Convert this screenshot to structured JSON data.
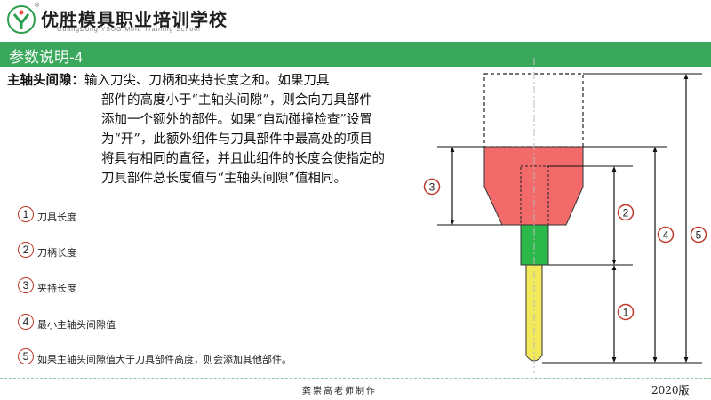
{
  "header": {
    "school_name": "优胜模具职业培训学校",
    "school_sub": "GuangDong YSUG Mold Training School",
    "registered_mark": "®"
  },
  "title": "参数说明-4",
  "description": {
    "label": "主轴头间隙：",
    "lines": [
      "输入刀尖、刀柄和夹持长度之和。如果刀具",
      "部件的高度小于“主轴头间隙”，则会向刀具部件",
      "添加一个额外的部件。如果“自动碰撞检查”设置",
      "为“开”，此额外组件与刀具部件中最高处的项目",
      "将具有相同的直径，并且此组件的长度会使指定的",
      "刀具部件总长度值与“主轴头间隙”值相同。"
    ]
  },
  "legend": [
    {
      "num": "1",
      "text": "刀具长度"
    },
    {
      "num": "2",
      "text": "刀柄长度"
    },
    {
      "num": "3",
      "text": "夹持长度"
    },
    {
      "num": "4",
      "text": "最小主轴头间隙值"
    },
    {
      "num": "5",
      "text": "如果主轴头间隙值大于刀具部件高度，则会添加其他部件。"
    }
  ],
  "diagram": {
    "callouts": [
      "3",
      "2",
      "4",
      "5",
      "1"
    ],
    "colors": {
      "holder": "#f26a6a",
      "shank": "#2db84b",
      "tool": "#f2ea5a",
      "callout_border": "#c0392b"
    }
  },
  "footer": {
    "author": "龚崇高老师制作",
    "year": "2020版"
  }
}
